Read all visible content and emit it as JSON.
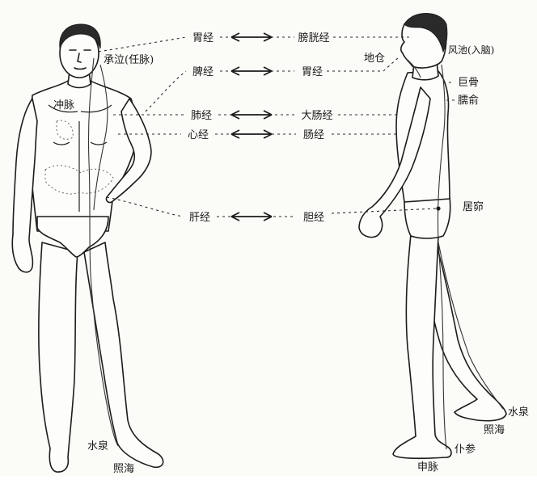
{
  "pairs": [
    {
      "left": "胃经",
      "right": "膀胱经"
    },
    {
      "left": "脾经",
      "right": "胃经"
    },
    {
      "left": "肺经",
      "right": "大肠经"
    },
    {
      "left": "心经",
      "right": "肠经"
    },
    {
      "left": "肝经",
      "right": "胆经"
    }
  ],
  "front_points": {
    "chengqi": "承泣(任脉)",
    "chongmai": "冲脉",
    "shuiquan": "水泉",
    "zhaohai": "照海"
  },
  "side_points": {
    "fengchi": "风池(入脑)",
    "dicang": "地仓",
    "jugu": "巨骨",
    "naoshu": "臑俞",
    "juliao": "居窌",
    "shuiquan": "水泉",
    "zhaohai": "照海",
    "pucan": "仆参",
    "shenmai": "申脉"
  }
}
